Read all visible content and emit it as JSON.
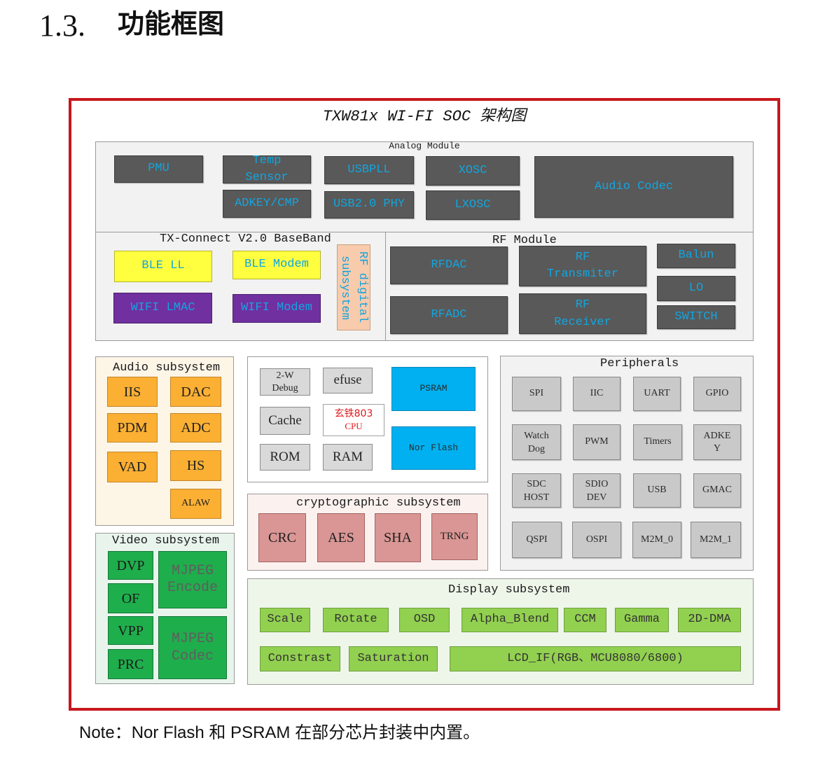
{
  "heading": {
    "number": "1.3.",
    "title": "功能框图"
  },
  "diagram": {
    "title": "TXW81x WI-FI SOC 架构图",
    "analog_module": {
      "label": "Analog Module",
      "pmu": "PMU",
      "temp_sensor": "Temp\nSensor",
      "usbpll": "USBPLL",
      "xosc": "XOSC",
      "audio_codec": "Audio Codec",
      "adkey_cmp": "ADKEY/CMP",
      "usb2_phy": "USB2.0 PHY",
      "lxosc": "LXOSC"
    },
    "baseband": {
      "label": "TX-Connect V2.0 BaseBand",
      "ble_ll": "BLE LL",
      "ble_modem": "BLE Modem",
      "wifi_lmac": "WIFI LMAC",
      "wifi_modem": "WIFI Modem",
      "rf_digital": "RF digital\nsubsystem"
    },
    "rf_module": {
      "label": "RF Module",
      "rfdac": "RFDAC",
      "rf_transmitter": "RF\nTransmiter",
      "balun": "Balun",
      "lo": "LO",
      "rfadc": "RFADC",
      "rf_receiver": "RF\nReceiver",
      "switch": "SWITCH"
    },
    "audio_subsystem": {
      "label": "Audio subsystem",
      "iis": "IIS",
      "dac": "DAC",
      "pdm": "PDM",
      "adc": "ADC",
      "vad": "VAD",
      "hs": "HS",
      "alaw": "ALAW"
    },
    "video_subsystem": {
      "label": "Video subsystem",
      "dvp": "DVP",
      "of": "OF",
      "vpp": "VPP",
      "prc": "PRC",
      "mjpeg_encode": "MJPEG\nEncode",
      "mjpeg_codec": "MJPEG\nCodec"
    },
    "core": {
      "debug": "2-W\nDebug",
      "efuse": "efuse",
      "psram": "PSRAM",
      "cache": "Cache",
      "cpu_name": "玄铁803",
      "cpu_label": "CPU",
      "nor_flash": "Nor Flash",
      "rom": "ROM",
      "ram": "RAM"
    },
    "crypto": {
      "label": "cryptographic subsystem",
      "crc": "CRC",
      "aes": "AES",
      "sha": "SHA",
      "trng": "TRNG"
    },
    "peripherals": {
      "label": "Peripherals",
      "items": [
        "SPI",
        "IIC",
        "UART",
        "GPIO",
        "Watch\nDog",
        "PWM",
        "Timers",
        "ADKEY",
        "SDC\nHOST",
        "SDIO\nDEV",
        "USB",
        "GMAC",
        "QSPI",
        "OSPI",
        "M2M_0",
        "M2M_1"
      ]
    },
    "display": {
      "label": "Display subsystem",
      "items": [
        "Scale",
        "Rotate",
        "OSD",
        "Alpha_Blend",
        "CCM",
        "Gamma",
        "2D-DMA",
        "Constrast",
        "Saturation",
        "LCD_IF(RGB、MCU8080/6800)"
      ]
    }
  },
  "note": "Note：Nor Flash 和 PSRAM 在部分芯片封装中内置。",
  "palette": {
    "frame": "#c8161d",
    "dark_block": "#595959",
    "cyan_text": "#12a5df",
    "yellow_block": "#ffff3f",
    "purple_block": "#7030a0",
    "peach_block": "#f8cbad",
    "orange_block": "#fbb034",
    "green_block": "#1fae4c",
    "blue_block": "#00b0f0",
    "pink_block": "#d99694",
    "gray_block": "#c9c9c9",
    "light_gray_block": "#d9d9d9",
    "lime_block": "#92d050",
    "cpu_text": "#e0181b"
  }
}
